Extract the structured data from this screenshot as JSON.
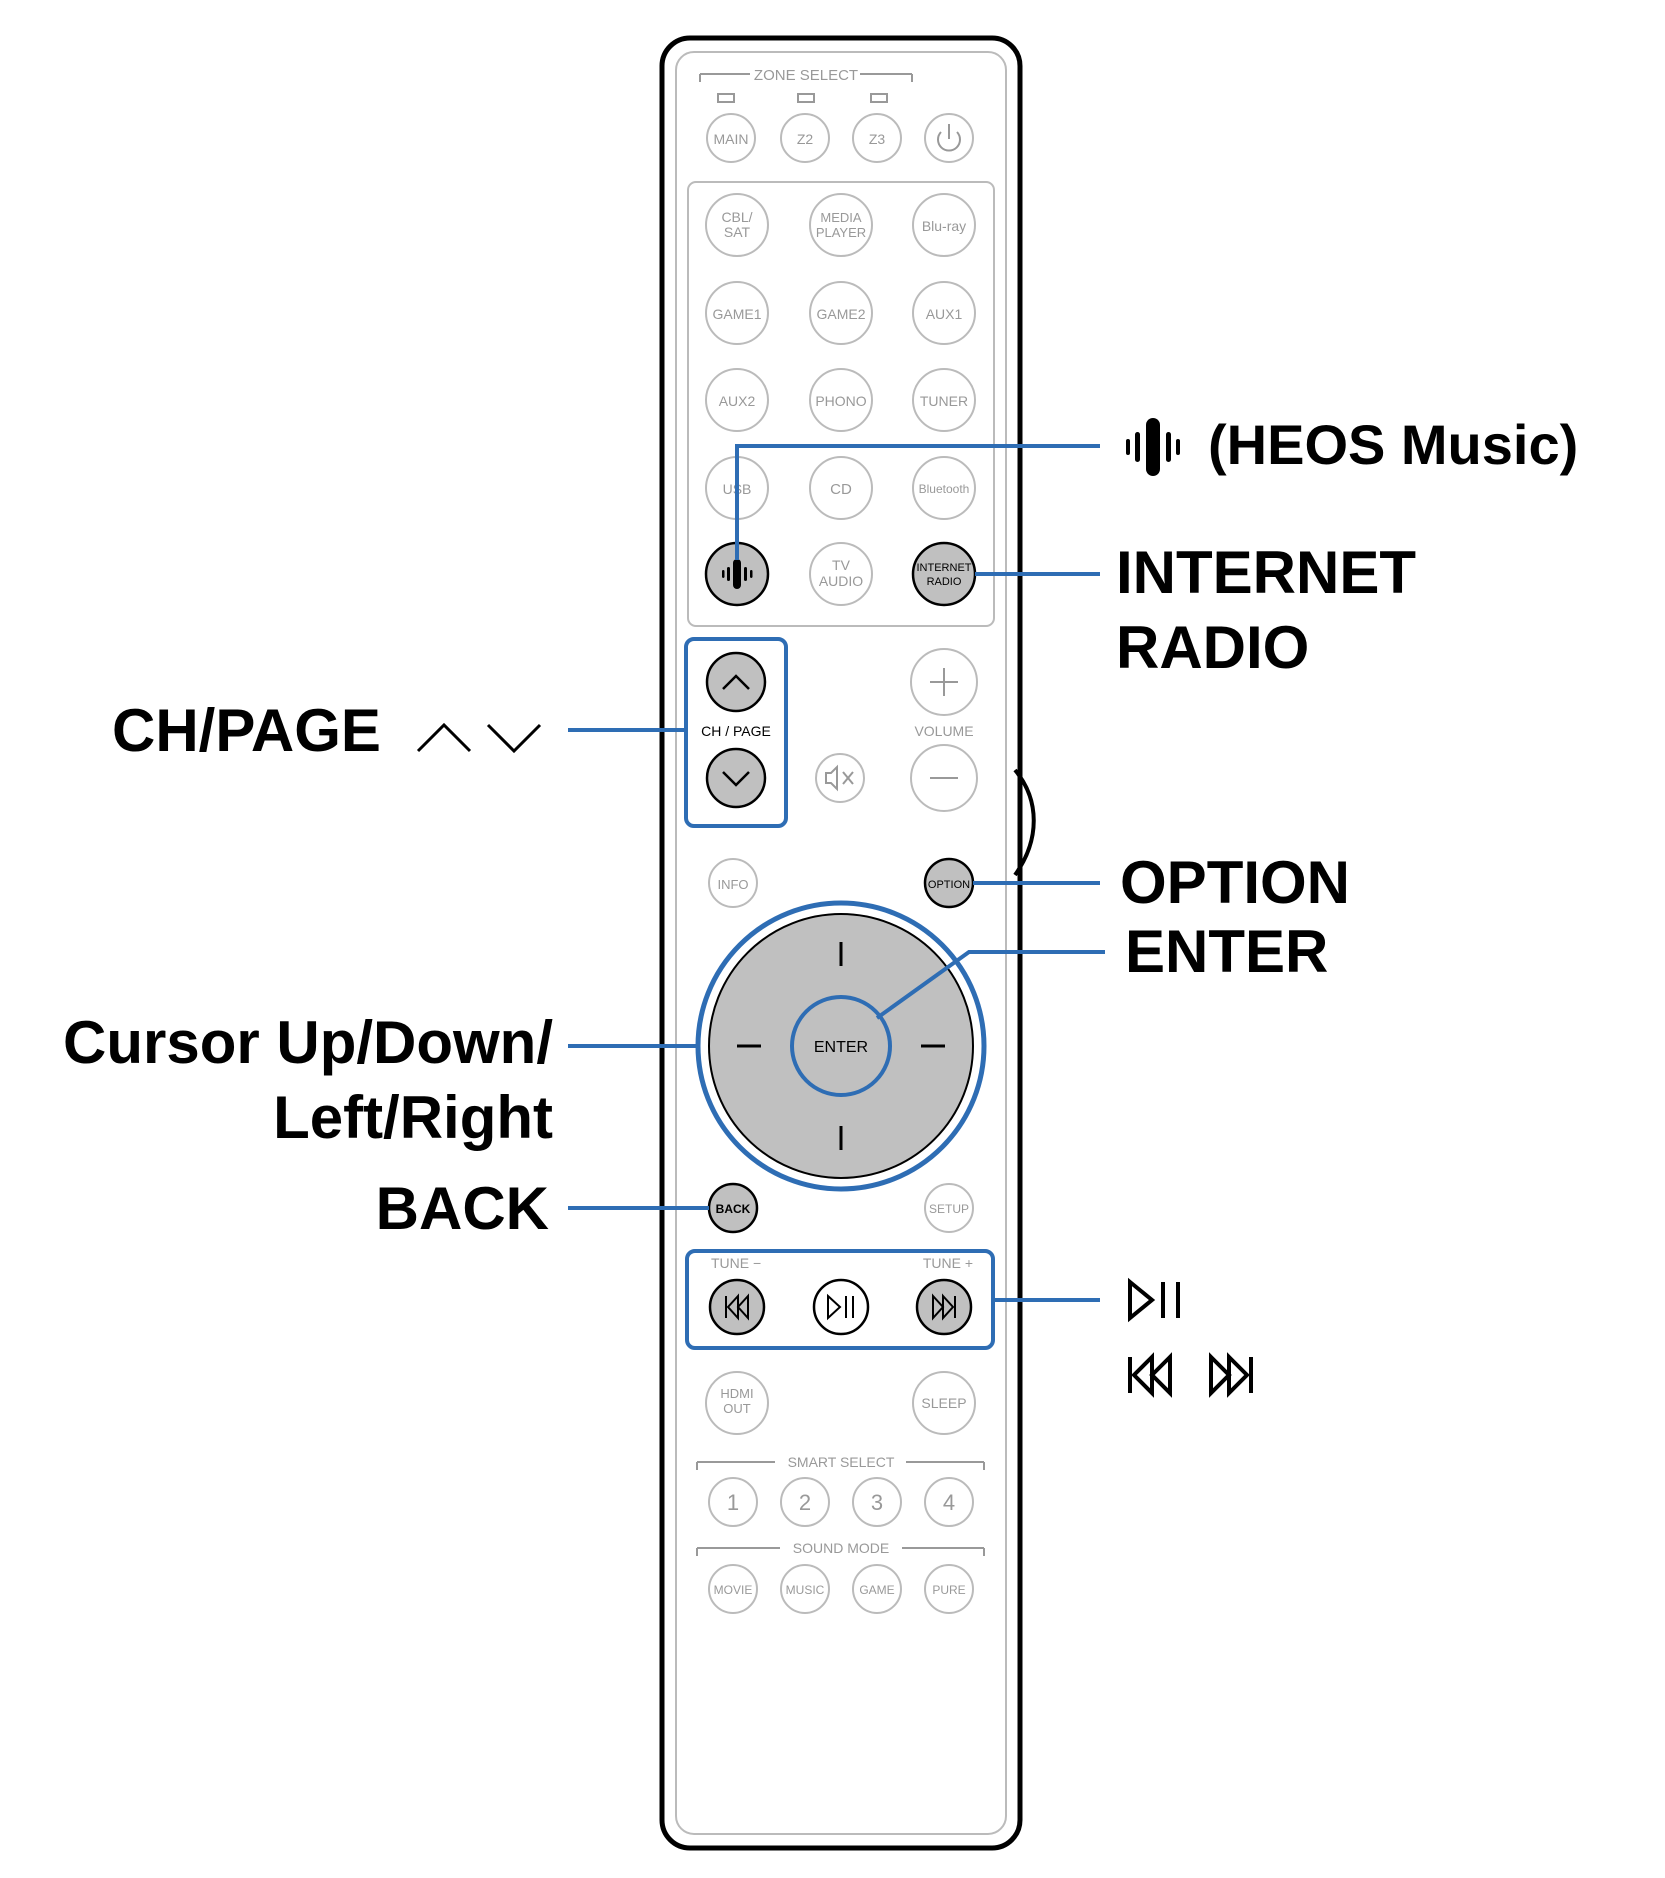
{
  "remote": {
    "zone_select_label": "ZONE SELECT",
    "zone_buttons": [
      "MAIN",
      "Z2",
      "Z3"
    ],
    "sources_row1": [
      "CBL/",
      "SAT",
      "MEDIA",
      "PLAYER",
      "Blu-ray"
    ],
    "sources_row2": [
      "GAME1",
      "GAME2",
      "AUX1"
    ],
    "sources_row3": [
      "AUX2",
      "PHONO",
      "TUNER"
    ],
    "sources_row4": [
      "USB",
      "CD",
      "Bluetooth"
    ],
    "tv_audio": [
      "TV",
      "AUDIO"
    ],
    "internet_radio": [
      "INTERNET",
      "RADIO"
    ],
    "ch_page_label": "CH / PAGE",
    "volume_label": "VOLUME",
    "info_label": "INFO",
    "option_label": "OPTION",
    "enter_label": "ENTER",
    "back_label": "BACK",
    "setup_label": "SETUP",
    "tune_minus_label": "TUNE −",
    "tune_plus_label": "TUNE +",
    "hdmi_out": [
      "HDMI",
      "OUT"
    ],
    "sleep_label": "SLEEP",
    "smart_select_label": "SMART SELECT",
    "smart_select_buttons": [
      "1",
      "2",
      "3",
      "4"
    ],
    "sound_mode_label": "SOUND MODE",
    "sound_mode_buttons": [
      "MOVIE",
      "MUSIC",
      "GAME",
      "PURE"
    ]
  },
  "callouts": {
    "heos_music": "(HEOS Music)",
    "internet_radio_line1": "INTERNET",
    "internet_radio_line2": "RADIO",
    "ch_page": "CH/PAGE",
    "option": "OPTION",
    "enter": "ENTER",
    "cursor_line1": "Cursor Up/Down/",
    "cursor_line2": "Left/Right",
    "back": "BACK"
  },
  "colors": {
    "callout_line": "#2e6db4",
    "remote_outline": "#000000",
    "button_outline": "#bbbbbb",
    "highlight_fill": "#c0c0c0"
  }
}
